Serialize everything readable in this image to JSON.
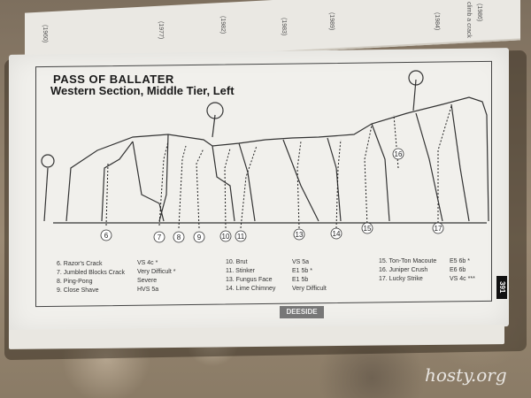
{
  "header": {
    "title": "PASS OF BALLATER",
    "subtitle": "Western Section, Middle Tier, Left"
  },
  "topo_markers": [
    "6",
    "7",
    "8",
    "9",
    "10",
    "11",
    "13",
    "14",
    "15",
    "17",
    "16"
  ],
  "legend": {
    "col1": [
      {
        "route": "6. Razor's Crack",
        "grade": "VS 4c *"
      },
      {
        "route": "7. Jumbled Blocks Crack",
        "grade": "Very Difficult *"
      },
      {
        "route": "8. Ping-Pong",
        "grade": "Severe"
      },
      {
        "route": "9. Close Shave",
        "grade": "HVS 5a"
      }
    ],
    "col2": [
      {
        "route": "10. Brut",
        "grade": "VS 5a"
      },
      {
        "route": "11. Stinker",
        "grade": "E1 5b *"
      },
      {
        "route": "13. Fungus Face",
        "grade": "E1 5b"
      },
      {
        "route": "14. Lime Chimney",
        "grade": "Very Difficult"
      }
    ],
    "col3": [
      {
        "route": "15. Ton-Ton Macoute",
        "grade": "E5 6b *"
      },
      {
        "route": "16. Juniper Crush",
        "grade": "E6 6b"
      },
      {
        "route": "17. Lucky Strike",
        "grade": "VS 4c ***"
      }
    ]
  },
  "page_number": "391",
  "section_tab": "DEESIDE",
  "watermark": "hosty.org",
  "top_page_fragments": [
    "(1986)",
    "climb a crack",
    "(1984)",
    "(1983)",
    "(1989)",
    "(1982)",
    "(1977)",
    "(1960)"
  ],
  "colors": {
    "paper": "#f1f0ec",
    "ink": "#1a1a1a",
    "tab": "#777777",
    "page_num_bg": "#111111"
  }
}
